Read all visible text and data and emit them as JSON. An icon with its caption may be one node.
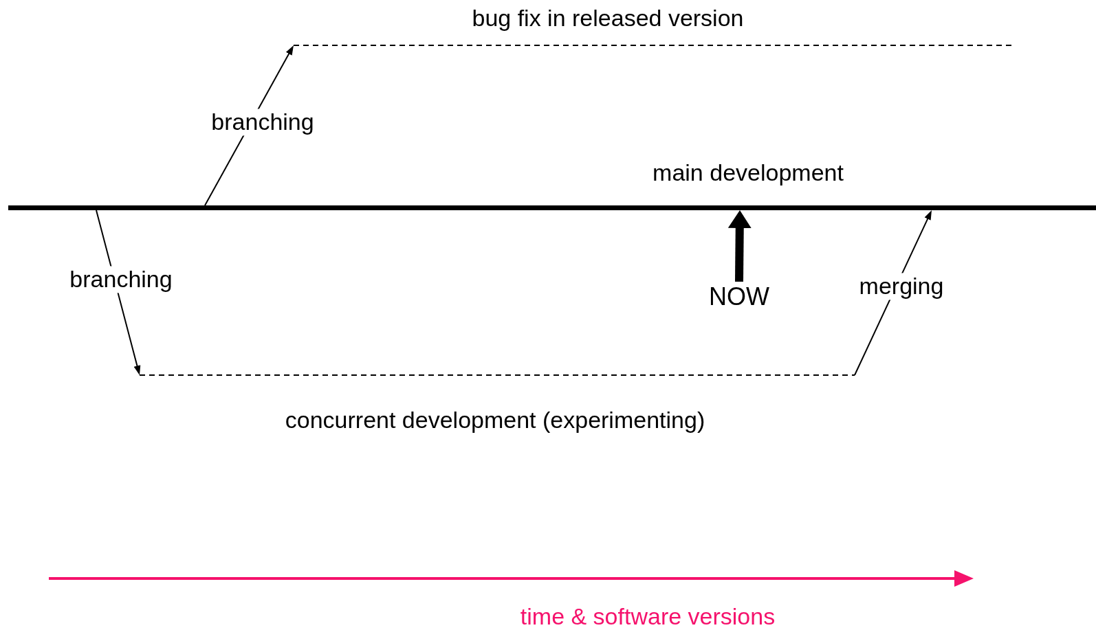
{
  "diagram": {
    "nodes": [
      {
        "text": [],
        "shape": "bar",
        "beside": [
          "main development"
        ]
      },
      {
        "text": [],
        "shape": "line",
        "beside": [
          "bug fix in released version"
        ]
      },
      {
        "text": [],
        "shape": "line",
        "beside": [
          "concurrent development (experimenting)"
        ]
      },
      {
        "text": [
          "NOW"
        ]
      }
    ],
    "edges": [
      {
        "from": 0,
        "to": 1,
        "arrow": "to",
        "label": "branching"
      },
      {
        "from": 0,
        "to": 2,
        "arrow": "to",
        "label": "branching"
      },
      {
        "from": 2,
        "to": 0,
        "arrow": "to",
        "label": "merging"
      },
      {
        "from": 3,
        "to": 0,
        "arrow": "to",
        "style": "thick"
      }
    ],
    "labels": [
      "time & software versions"
    ]
  }
}
